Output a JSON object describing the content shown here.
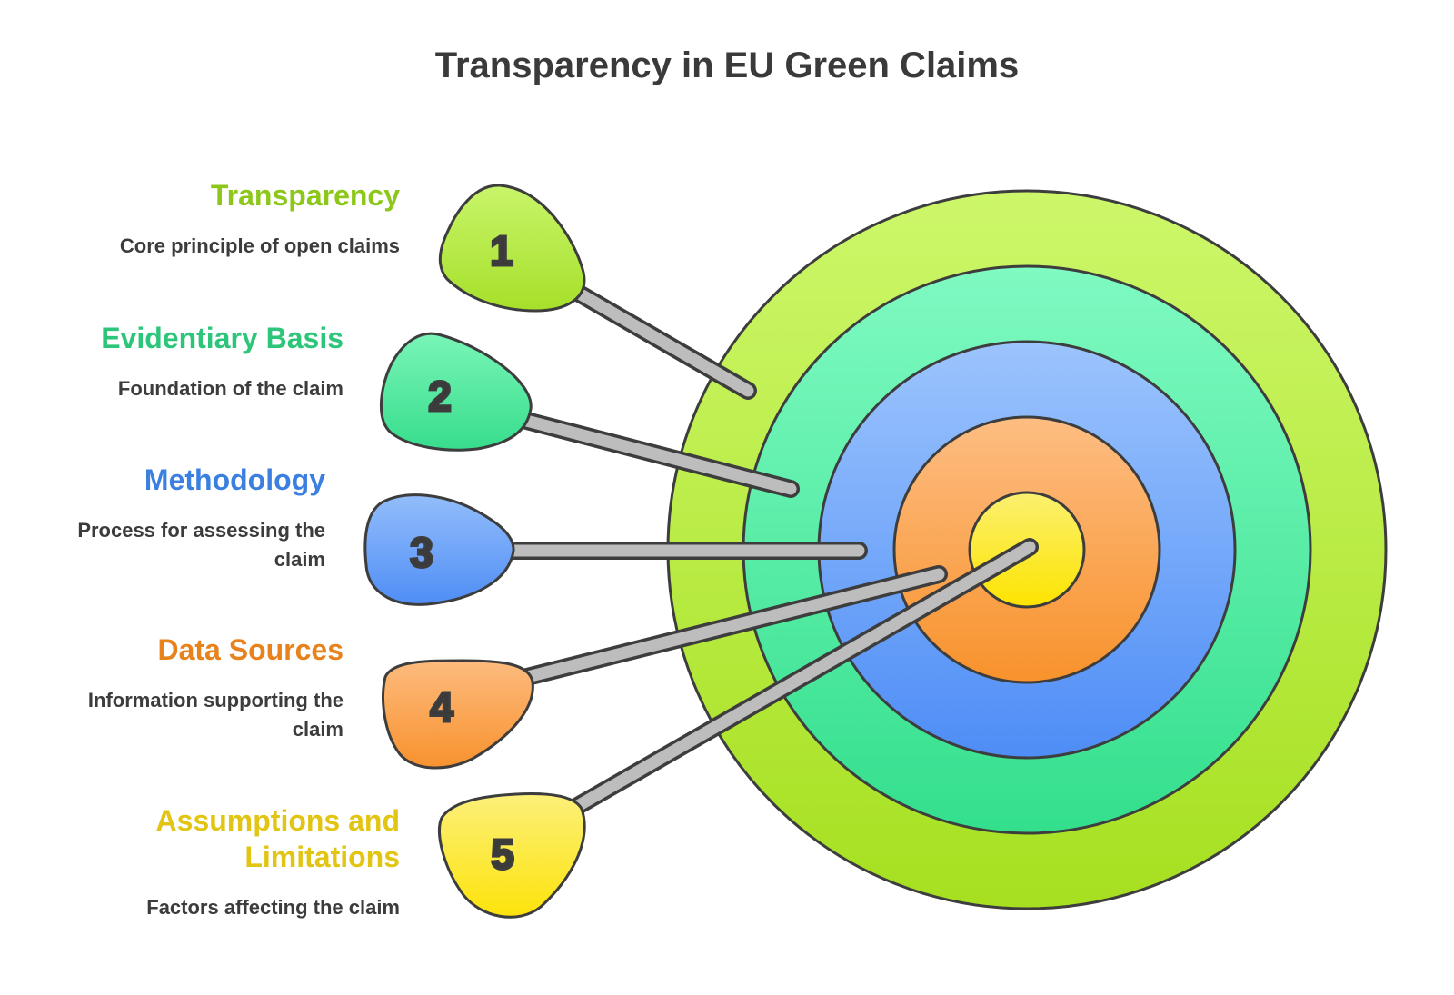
{
  "title": "Transparency in EU Green Claims",
  "items": [
    {
      "number": "1",
      "heading": "Transparency",
      "description": "Core principle of open claims",
      "color": "#8cc71a",
      "fill_top": "#c8f56a",
      "fill_bottom": "#a6e02a"
    },
    {
      "number": "2",
      "heading": "Evidentiary Basis",
      "description": "Foundation of the claim",
      "color": "#2cc57a",
      "fill_top": "#79f5b7",
      "fill_bottom": "#37dd8c"
    },
    {
      "number": "3",
      "heading": "Methodology",
      "description": "Process for assessing the claim",
      "color": "#3b7fe0",
      "fill_top": "#93bdfb",
      "fill_bottom": "#4f8ef5"
    },
    {
      "number": "4",
      "heading": "Data Sources",
      "description": "Information supporting the claim",
      "color": "#e8821c",
      "fill_top": "#fdbb7e",
      "fill_bottom": "#f8922e"
    },
    {
      "number": "5",
      "heading": "Assumptions and Limitations",
      "description": "Factors affecting the claim",
      "color": "#e2c512",
      "fill_top": "#fcf07a",
      "fill_bottom": "#fde30a"
    }
  ],
  "rings": [
    {
      "name": "outer-ring",
      "fill_top": "#cdf76a",
      "fill_bottom": "#a6e020"
    },
    {
      "name": "second-ring",
      "fill_top": "#7ffac2",
      "fill_bottom": "#33df8c"
    },
    {
      "name": "middle-ring",
      "fill_top": "#9cc4fd",
      "fill_bottom": "#4e8df6"
    },
    {
      "name": "fourth-ring",
      "fill_top": "#fdbd82",
      "fill_bottom": "#f8922c"
    },
    {
      "name": "bullseye",
      "fill_top": "#fbf070",
      "fill_bottom": "#fde400"
    }
  ]
}
